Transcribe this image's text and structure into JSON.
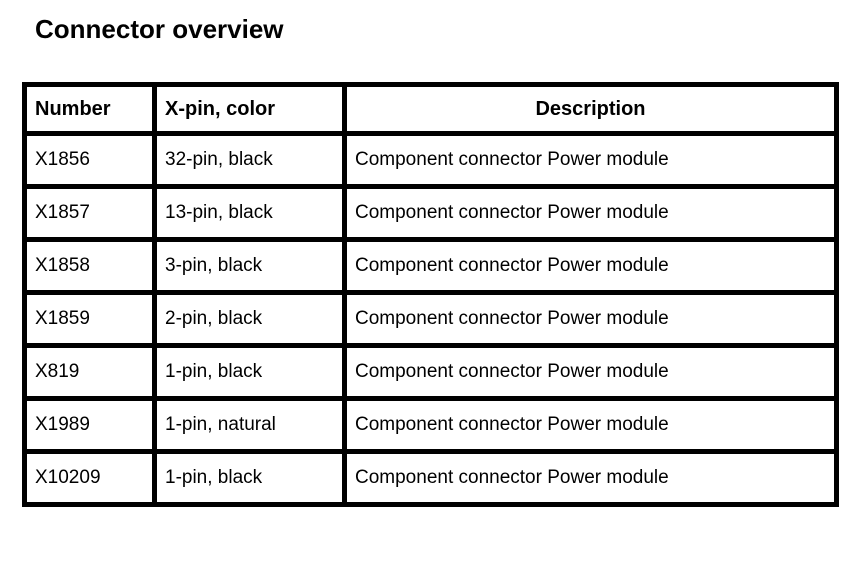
{
  "document": {
    "title": "Connector overview",
    "background_color": "#ffffff",
    "text_color": "#000000",
    "border_color": "#000000"
  },
  "table": {
    "name": "connector-overview-table",
    "columns": [
      {
        "key": "number",
        "label": "Number",
        "align": "left"
      },
      {
        "key": "xpin",
        "label": "X-pin, color",
        "align": "left"
      },
      {
        "key": "description",
        "label": "Description",
        "align": "center"
      }
    ],
    "rows": [
      {
        "number": "X1856",
        "xpin": "32-pin, black",
        "description": "Component connector Power module"
      },
      {
        "number": "X1857",
        "xpin": "13-pin, black",
        "description": "Component connector Power module"
      },
      {
        "number": "X1858",
        "xpin": "3-pin, black",
        "description": "Component connector Power module"
      },
      {
        "number": "X1859",
        "xpin": "2-pin, black",
        "description": "Component connector Power module"
      },
      {
        "number": "X819",
        "xpin": "1-pin, black",
        "description": "Component connector Power module"
      },
      {
        "number": "X1989",
        "xpin": "1-pin, natural",
        "description": "Component connector Power module"
      },
      {
        "number": "X10209",
        "xpin": "1-pin, black",
        "description": "Component connector Power module"
      }
    ]
  }
}
